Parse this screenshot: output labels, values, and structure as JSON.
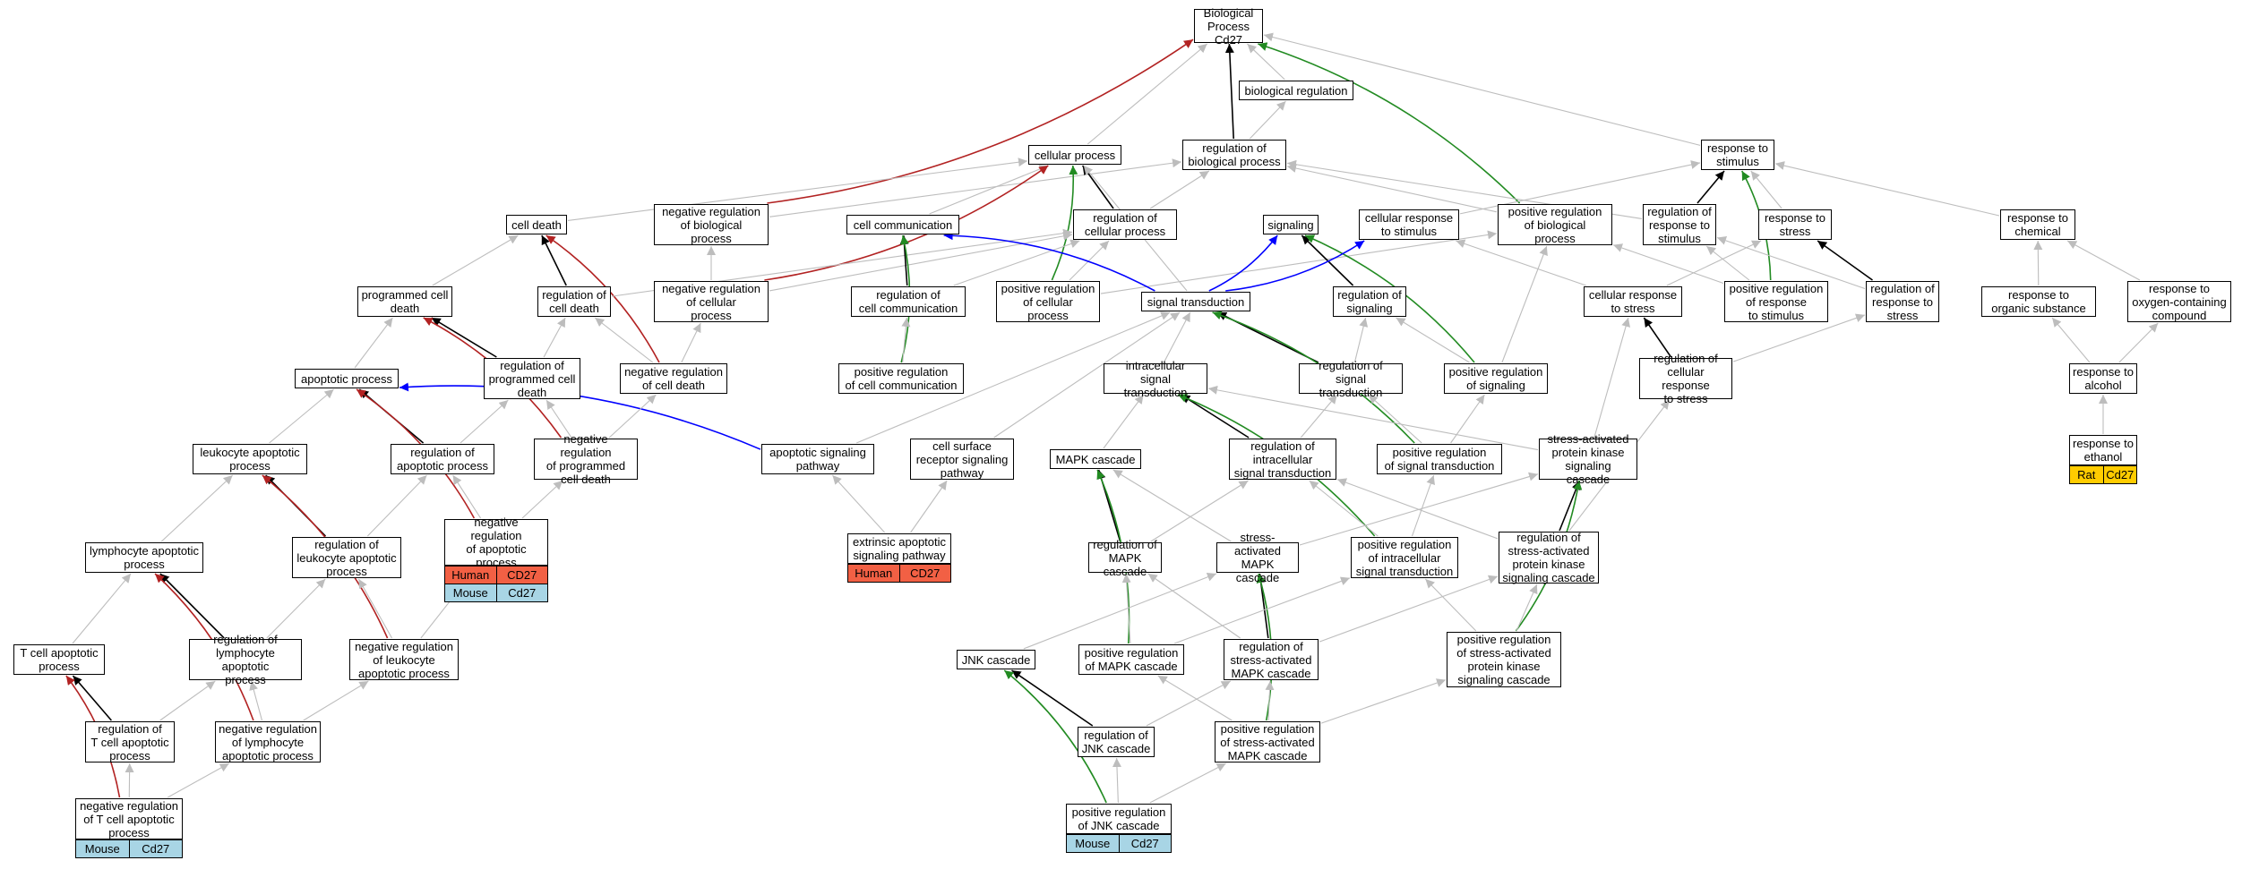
{
  "colors": {
    "is_a": "#bdbdbd",
    "part_of": "#000000",
    "negative": "#b22222",
    "positive": "#228b22",
    "regulates": "#0000ff",
    "human": "#f26044",
    "mouse": "#a8d5e5",
    "rat": "#ffcc00"
  },
  "nodes": {
    "bp": "Biological Process\nCd27",
    "bioreg": "biological regulation",
    "cellproc": "cellular process",
    "regbio": "regulation of\nbiological process",
    "respstim": "response to\nstimulus",
    "celldeath": "cell death",
    "negbio": "negative regulation\nof biological\nprocess",
    "cellcomm": "cell communication",
    "regcell": "regulation of\ncellular process",
    "signaling": "signaling",
    "cellresp": "cellular response\nto stimulus",
    "posbio": "positive regulation\nof biological\nprocess",
    "regresp": "regulation of\nresponse to\nstimulus",
    "respstress": "response to\nstress",
    "respchem": "response to\nchemical",
    "pcd": "programmed cell\ndeath",
    "regcelldeath": "regulation of\ncell death",
    "negcellular": "negative regulation\nof cellular\nprocess",
    "regcomm": "regulation of\ncell communication",
    "poscellular": "positive regulation\nof cellular\nprocess",
    "sigtrans": "signal transduction",
    "regsig": "regulation of\nsignaling",
    "cellrespstress": "cellular response\nto stress",
    "posresp": "positive regulation\nof response\nto stimulus",
    "regrespstress": "regulation of\nresponse to\nstress",
    "resporg": "response to\norganic substance",
    "respoxy": "response to\noxygen-containing\ncompound",
    "apoptotic": "apoptotic process",
    "regpcd": "regulation of\nprogrammed cell\ndeath",
    "negcelldeath": "negative regulation\nof cell death",
    "poscomm": "positive regulation\nof cell communication",
    "intracell": "intracellular\nsignal transduction",
    "regsigtrans": "regulation of\nsignal transduction",
    "possig": "positive regulation\nof signaling",
    "regcellstress": "regulation of\ncellular response\nto stress",
    "respalc": "response to\nalcohol",
    "leukapop": "leukocyte apoptotic\nprocess",
    "regapop": "regulation of\napoptotic process",
    "negpcd": "negative regulation\nof programmed\ncell death",
    "apopsigpath": "apoptotic signaling\npathway",
    "cellsurf": "cell surface\nreceptor signaling\npathway",
    "mapk": "MAPK cascade",
    "regintra": "regulation of\nintracellular\nsignal transduction",
    "possigtrans": "positive regulation\nof signal transduction",
    "sapk": "stress-activated\nprotein kinase\nsignaling cascade",
    "respeth": "response to\nethanol",
    "lymphapop": "lymphocyte apoptotic\nprocess",
    "regleuk": "regulation of\nleukocyte apoptotic\nprocess",
    "negapop": "negative regulation\nof apoptotic\nprocess",
    "extrinsic": "extrinsic apoptotic\nsignaling pathway",
    "regmapk": "regulation of\nMAPK cascade",
    "samapk": "stress-activated\nMAPK cascade",
    "posintra": "positive regulation\nof intracellular\nsignal transduction",
    "regsapk": "regulation of\nstress-activated\nprotein kinase\nsignaling cascade",
    "tcellapop": "T cell apoptotic\nprocess",
    "reglymph": "regulation of\nlymphocyte apoptotic\nprocess",
    "negleuk": "negative regulation\nof leukocyte\napoptotic process",
    "jnk": "JNK cascade",
    "posmapk": "positive regulation\nof MAPK cascade",
    "regsamapk": "regulation of\nstress-activated\nMAPK cascade",
    "possapk": "positive regulation\nof stress-activated\nprotein kinase\nsignaling cascade",
    "regtcell": "regulation of\nT cell apoptotic\nprocess",
    "neglymph": "negative regulation\nof lymphocyte\napoptotic process",
    "regjnk": "regulation of\nJNK cascade",
    "possamapk": "positive regulation\nof stress-activated\nMAPK cascade",
    "negtcell": "negative regulation\nof T cell apoptotic\nprocess",
    "posjnk": "positive regulation\nof JNK cascade"
  },
  "annotations": {
    "negapop": [
      [
        "Human",
        "CD27"
      ],
      [
        "Mouse",
        "Cd27"
      ]
    ],
    "extrinsic": [
      [
        "Human",
        "CD27"
      ]
    ],
    "respeth": [
      [
        "Rat",
        "Cd27"
      ]
    ],
    "negtcell": [
      [
        "Mouse",
        "Cd27"
      ]
    ],
    "posjnk": [
      [
        "Mouse",
        "Cd27"
      ]
    ]
  },
  "edges": [
    [
      "bioreg",
      "bp",
      "is_a"
    ],
    [
      "cellproc",
      "bp",
      "is_a"
    ],
    [
      "regbio",
      "bp",
      "part_of"
    ],
    [
      "respstim",
      "bp",
      "is_a"
    ],
    [
      "negbio",
      "bp",
      "negative"
    ],
    [
      "posbio",
      "bp",
      "positive"
    ],
    [
      "regbio",
      "bioreg",
      "is_a"
    ],
    [
      "negbio",
      "regbio",
      "is_a"
    ],
    [
      "posbio",
      "regbio",
      "is_a"
    ],
    [
      "regresp",
      "regbio",
      "is_a"
    ],
    [
      "regcell",
      "regbio",
      "is_a"
    ],
    [
      "celldeath",
      "cellproc",
      "is_a"
    ],
    [
      "cellcomm",
      "cellproc",
      "is_a"
    ],
    [
      "regcell",
      "cellproc",
      "part_of"
    ],
    [
      "sigtrans",
      "cellproc",
      "is_a"
    ],
    [
      "negcellular",
      "cellproc",
      "negative"
    ],
    [
      "poscellular",
      "cellproc",
      "positive"
    ],
    [
      "cellresp",
      "respstim",
      "is_a"
    ],
    [
      "regresp",
      "respstim",
      "part_of"
    ],
    [
      "respstress",
      "respstim",
      "is_a"
    ],
    [
      "respchem",
      "respstim",
      "is_a"
    ],
    [
      "posresp",
      "respstim",
      "positive"
    ],
    [
      "pcd",
      "celldeath",
      "is_a"
    ],
    [
      "regcelldeath",
      "celldeath",
      "part_of"
    ],
    [
      "negcelldeath",
      "celldeath",
      "negative"
    ],
    [
      "negcellular",
      "negbio",
      "is_a"
    ],
    [
      "negcellular",
      "regcell",
      "is_a"
    ],
    [
      "poscellular",
      "regcell",
      "is_a"
    ],
    [
      "regcomm",
      "regcell",
      "is_a"
    ],
    [
      "regcelldeath",
      "regcell",
      "is_a"
    ],
    [
      "poscellular",
      "posbio",
      "is_a"
    ],
    [
      "posresp",
      "posbio",
      "is_a"
    ],
    [
      "possig",
      "posbio",
      "is_a"
    ],
    [
      "regcomm",
      "cellcomm",
      "part_of"
    ],
    [
      "poscomm",
      "cellcomm",
      "positive"
    ],
    [
      "sigtrans",
      "cellcomm",
      "regulates"
    ],
    [
      "sigtrans",
      "signaling",
      "regulates"
    ],
    [
      "regsig",
      "signaling",
      "part_of"
    ],
    [
      "possig",
      "signaling",
      "positive"
    ],
    [
      "sigtrans",
      "cellresp",
      "regulates"
    ],
    [
      "cellrespstress",
      "cellresp",
      "is_a"
    ],
    [
      "cellrespstress",
      "respstress",
      "is_a"
    ],
    [
      "posresp",
      "regresp",
      "is_a"
    ],
    [
      "regrespstress",
      "regresp",
      "is_a"
    ],
    [
      "regrespstress",
      "respstress",
      "part_of"
    ],
    [
      "resporg",
      "respchem",
      "is_a"
    ],
    [
      "respoxy",
      "respchem",
      "is_a"
    ],
    [
      "respalc",
      "resporg",
      "is_a"
    ],
    [
      "respalc",
      "respoxy",
      "is_a"
    ],
    [
      "respeth",
      "respalc",
      "is_a"
    ],
    [
      "apoptotic",
      "pcd",
      "is_a"
    ],
    [
      "regpcd",
      "pcd",
      "part_of"
    ],
    [
      "negpcd",
      "pcd",
      "negative"
    ],
    [
      "regpcd",
      "regcelldeath",
      "is_a"
    ],
    [
      "negcelldeath",
      "regcelldeath",
      "is_a"
    ],
    [
      "negcelldeath",
      "negcellular",
      "is_a"
    ],
    [
      "poscomm",
      "regcomm",
      "is_a"
    ],
    [
      "regsigtrans",
      "regsig",
      "is_a"
    ],
    [
      "possig",
      "regsig",
      "is_a"
    ],
    [
      "regcellstress",
      "cellrespstress",
      "part_of"
    ],
    [
      "regcellstress",
      "regrespstress",
      "is_a"
    ],
    [
      "intracell",
      "sigtrans",
      "is_a"
    ],
    [
      "regsigtrans",
      "sigtrans",
      "part_of"
    ],
    [
      "possigtrans",
      "sigtrans",
      "positive"
    ],
    [
      "apopsigpath",
      "sigtrans",
      "is_a"
    ],
    [
      "cellsurf",
      "sigtrans",
      "is_a"
    ],
    [
      "leukapop",
      "apoptotic",
      "is_a"
    ],
    [
      "regapop",
      "apoptotic",
      "part_of"
    ],
    [
      "negapop",
      "apoptotic",
      "negative"
    ],
    [
      "apopsigpath",
      "apoptotic",
      "regulates"
    ],
    [
      "regapop",
      "regpcd",
      "is_a"
    ],
    [
      "negpcd",
      "regpcd",
      "is_a"
    ],
    [
      "negpcd",
      "negcelldeath",
      "is_a"
    ],
    [
      "mapk",
      "intracell",
      "is_a"
    ],
    [
      "regintra",
      "intracell",
      "part_of"
    ],
    [
      "posintra",
      "intracell",
      "positive"
    ],
    [
      "regintra",
      "regsigtrans",
      "is_a"
    ],
    [
      "possigtrans",
      "regsigtrans",
      "is_a"
    ],
    [
      "possigtrans",
      "possig",
      "is_a"
    ],
    [
      "sapk",
      "intracell",
      "is_a"
    ],
    [
      "sapk",
      "cellrespstress",
      "is_a"
    ],
    [
      "regsapk",
      "regcellstress",
      "is_a"
    ],
    [
      "lymphapop",
      "leukapop",
      "is_a"
    ],
    [
      "regleuk",
      "leukapop",
      "part_of"
    ],
    [
      "negleuk",
      "leukapop",
      "negative"
    ],
    [
      "regleuk",
      "regapop",
      "is_a"
    ],
    [
      "negapop",
      "regapop",
      "is_a"
    ],
    [
      "negapop",
      "negpcd",
      "is_a"
    ],
    [
      "extrinsic",
      "apopsigpath",
      "is_a"
    ],
    [
      "extrinsic",
      "cellsurf",
      "is_a"
    ],
    [
      "regmapk",
      "mapk",
      "part_of"
    ],
    [
      "posmapk",
      "mapk",
      "positive"
    ],
    [
      "samapk",
      "mapk",
      "is_a"
    ],
    [
      "samapk",
      "sapk",
      "is_a"
    ],
    [
      "regmapk",
      "regintra",
      "is_a"
    ],
    [
      "posintra",
      "regintra",
      "is_a"
    ],
    [
      "posintra",
      "possigtrans",
      "is_a"
    ],
    [
      "regsapk",
      "sapk",
      "part_of"
    ],
    [
      "possapk",
      "sapk",
      "positive"
    ],
    [
      "regsapk",
      "regintra",
      "is_a"
    ],
    [
      "tcellapop",
      "lymphapop",
      "is_a"
    ],
    [
      "reglymph",
      "lymphapop",
      "part_of"
    ],
    [
      "neglymph",
      "lymphapop",
      "negative"
    ],
    [
      "reglymph",
      "regleuk",
      "is_a"
    ],
    [
      "negleuk",
      "regleuk",
      "is_a"
    ],
    [
      "negleuk",
      "negapop",
      "is_a"
    ],
    [
      "regsamapk",
      "samapk",
      "part_of"
    ],
    [
      "possamapk",
      "samapk",
      "positive"
    ],
    [
      "regsamapk",
      "regmapk",
      "is_a"
    ],
    [
      "posmapk",
      "regmapk",
      "is_a"
    ],
    [
      "posmapk",
      "posintra",
      "is_a"
    ],
    [
      "regsamapk",
      "regsapk",
      "is_a"
    ],
    [
      "possapk",
      "regsapk",
      "is_a"
    ],
    [
      "possapk",
      "posintra",
      "is_a"
    ],
    [
      "regtcell",
      "tcellapop",
      "part_of"
    ],
    [
      "negtcell",
      "tcellapop",
      "negative"
    ],
    [
      "regtcell",
      "reglymph",
      "is_a"
    ],
    [
      "neglymph",
      "reglymph",
      "is_a"
    ],
    [
      "neglymph",
      "negleuk",
      "is_a"
    ],
    [
      "jnk",
      "samapk",
      "is_a"
    ],
    [
      "regjnk",
      "jnk",
      "part_of"
    ],
    [
      "posjnk",
      "jnk",
      "positive"
    ],
    [
      "regjnk",
      "regsamapk",
      "is_a"
    ],
    [
      "possamapk",
      "regsamapk",
      "is_a"
    ],
    [
      "possamapk",
      "posmapk",
      "is_a"
    ],
    [
      "possamapk",
      "possapk",
      "is_a"
    ],
    [
      "negtcell",
      "regtcell",
      "is_a"
    ],
    [
      "negtcell",
      "neglymph",
      "is_a"
    ],
    [
      "posjnk",
      "regjnk",
      "is_a"
    ],
    [
      "posjnk",
      "possamapk",
      "is_a"
    ]
  ]
}
